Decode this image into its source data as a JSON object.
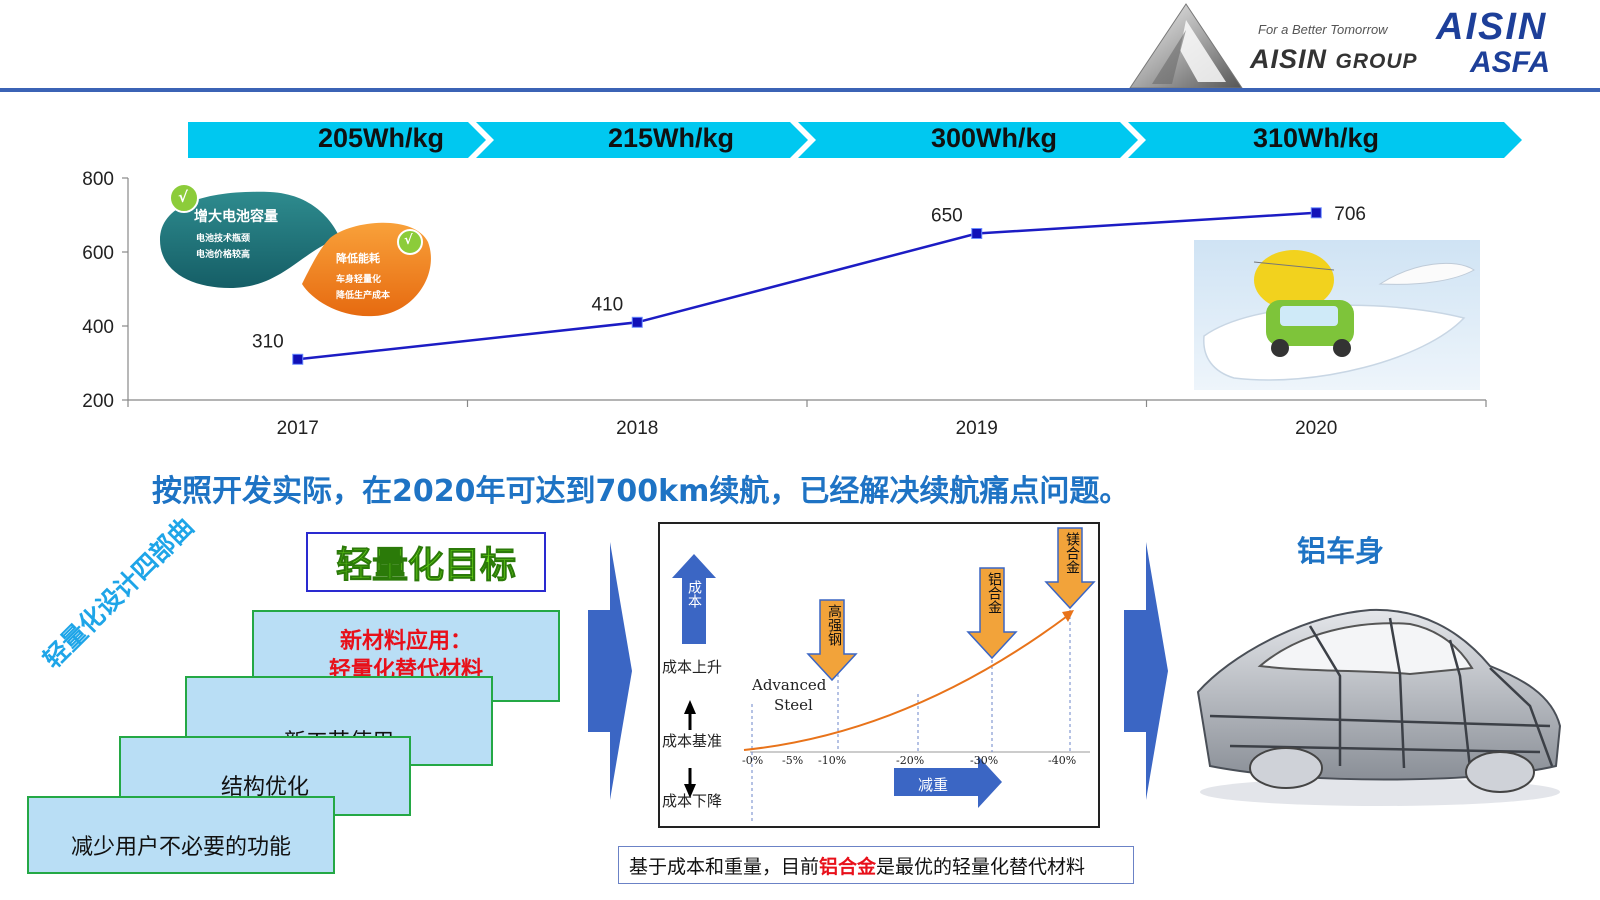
{
  "header": {
    "tagline": "For a Better Tomorrow",
    "group_brand": "AISIN",
    "group_suffix": "GROUP",
    "brand": "AISIN",
    "sub_brand": "ASFA"
  },
  "energy_density": [
    "205Wh/kg",
    "215Wh/kg",
    "300Wh/kg",
    "310Wh/kg"
  ],
  "chart_data": {
    "type": "line",
    "categories": [
      "2017",
      "2018",
      "2019",
      "2020"
    ],
    "series": [
      {
        "values": [
          310,
          410,
          650,
          706
        ]
      }
    ],
    "data_labels": [
      "310",
      "410",
      "650",
      "706"
    ],
    "ylim": [
      200,
      800
    ],
    "yticks": [
      "800",
      "600",
      "400",
      "200"
    ],
    "grid": false,
    "line_color": "#1c1cc4",
    "marker_color": "#1010b8"
  },
  "infographic": {
    "petal1_title": "增大电池容量",
    "petal1_line1": "电池技术瓶颈",
    "petal1_line2": "电池价格较高",
    "petal2_title": "降低能耗",
    "petal2_line1": "车身轻量化",
    "petal2_line2": "降低生产成本",
    "check_mark": "√"
  },
  "headline": "按照开发实际，在2020年可达到700km续航，已经解决续航痛点问题。",
  "goal_title": "轻量化目标",
  "side_label": "轻量化设计四部曲",
  "steps": [
    {
      "line1": "新材料应用：",
      "line2": "轻量化替代材料"
    },
    {
      "label": "新工艺使用"
    },
    {
      "label": "结构优化"
    },
    {
      "label": "减少用户不必要的功能"
    }
  ],
  "cost_diagram": {
    "cost_axis": "成本",
    "cost_up": "成本上升",
    "cost_base": "成本基准",
    "cost_down": "成本下降",
    "weight_axis": "减重",
    "materials": [
      "高强钢",
      "铝合金",
      "镁合金"
    ],
    "advanced_line1": "Advanced",
    "advanced_line2": "Steel",
    "x_labels": [
      "-0%",
      "-5%",
      "-10%",
      "-20%",
      "-30%",
      "-40%"
    ]
  },
  "caption": {
    "before": "基于成本和重量，目前",
    "highlight": "铝合金",
    "after": "是最优的轻量化替代材料"
  },
  "aluminum_title": "铝车身",
  "colors": {
    "header_line": "#3b63b5",
    "band": "#00c8f0",
    "headline": "#1e73c4",
    "step_fill": "#b9def5",
    "step_border": "#24a845",
    "highlight_red": "#e8101a",
    "arrow_blue": "#3b66c4",
    "curve_orange": "#e8731a"
  }
}
